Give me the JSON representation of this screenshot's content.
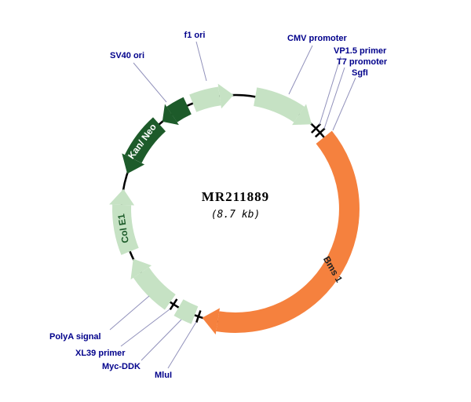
{
  "title": {
    "name": "MR211889",
    "size": "(8.7 kb)"
  },
  "labels": {
    "f1_ori": "f1 ori",
    "sv40_ori": "SV40 ori",
    "cmv_promoter": "CMV promoter",
    "vp15_primer": "VP1.5 primer",
    "t7_promoter": "T7 promoter",
    "sgfi": "SgfI",
    "bms1": "Bms 1",
    "mlui": "MluI",
    "myc_ddk": "Myc-DDK",
    "xl39_primer": "XL39 primer",
    "polya_signal": "PolyA signal",
    "col_e1": "Col E1",
    "kan_neo": "Kan/ Neo"
  },
  "colors": {
    "light_green": "#c6e2c4",
    "dark_green": "#1d5b2a",
    "orange": "#f5813e",
    "label_blue": "#00008b",
    "backbone": "#000000",
    "gene_text": "#222222",
    "arc_text_light": "#ffffff"
  }
}
